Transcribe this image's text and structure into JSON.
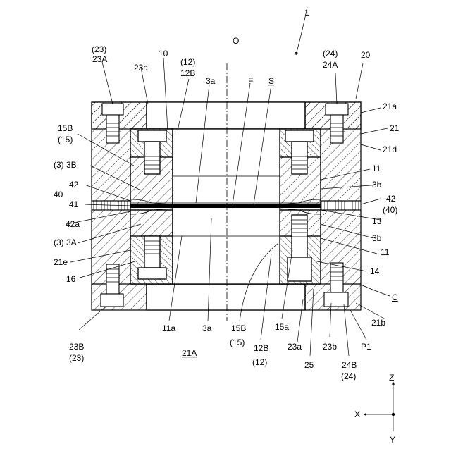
{
  "figure": {
    "number": "1",
    "labels": {
      "l23_paren_top": "(23)",
      "l23A": "23A",
      "l23a_top": "23a",
      "l10": "10",
      "l12_paren_top": "(12)",
      "l12B_top": "12B",
      "lO": "O",
      "l3a_top": "3a",
      "lF": "F",
      "lS": "S",
      "l24_paren_top": "(24)",
      "l24A": "24A",
      "l20": "20",
      "l21a": "21a",
      "l21": "21",
      "l21d": "21d",
      "l15B_left": "15B",
      "l15_paren_left": "(15)",
      "l3_3B": "(3) 3B",
      "l40_left": "40",
      "l42_left": "42",
      "l41": "41",
      "l42a": "42a",
      "l3_3A": "(3) 3A",
      "l21e": "21e",
      "l16": "16",
      "l11_upper": "11",
      "l3b_upper": "3b",
      "l42_right": "42",
      "l40_paren_right": "(40)",
      "l13": "13",
      "l3b_lower": "3b",
      "l11_lower": "11",
      "l14": "14",
      "lC": "C",
      "l21b": "21b",
      "l23B": "23B",
      "l23_paren_bottom": "(23)",
      "l11a": "11a",
      "l3a_bottom": "3a",
      "l15B_bottom": "15B",
      "l15_paren_bottom": "(15)",
      "l12B_bottom": "12B",
      "l12_paren_bottom": "(12)",
      "l15a": "15a",
      "l23a_bottom": "23a",
      "l25": "25",
      "l23b": "23b",
      "l24B": "24B",
      "l24_paren_bottom": "(24)",
      "lP1": "P1",
      "l21A": "21A"
    },
    "axes": {
      "z": "Z",
      "x": "X",
      "y": "Y"
    }
  }
}
